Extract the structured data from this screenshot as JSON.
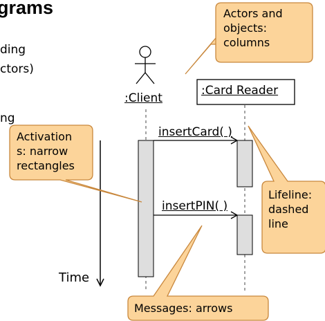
{
  "slide": {
    "title": "grams",
    "left_text": [
      "ding",
      "ctors)",
      "ng"
    ]
  },
  "diagram": {
    "actor_label": ":Client",
    "object_label": ":Card Reader",
    "messages": [
      "insertCard( )",
      "insertPIN( )"
    ],
    "time_label": "Time"
  },
  "callouts": {
    "actors_objects": [
      "Actors and",
      "objects:",
      "columns"
    ],
    "activations": [
      "Activation",
      "s: narrow",
      "rectangles"
    ],
    "lifeline": [
      "Lifeline:",
      "dashed",
      "line"
    ],
    "messages": "Messages: arrows"
  },
  "colors": {
    "callout_fill": "#fcd49a",
    "callout_border": "#c8873c",
    "activation_fill": "#dedede"
  }
}
